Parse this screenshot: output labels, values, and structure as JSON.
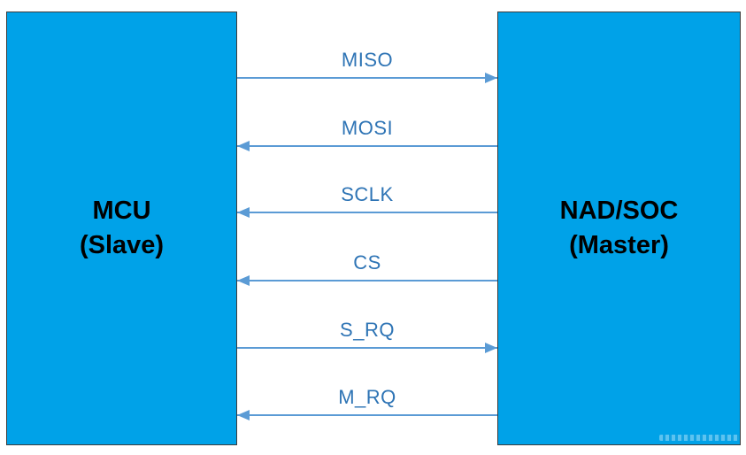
{
  "diagram": {
    "nodes": {
      "slave": {
        "line1": "MCU",
        "line2": "(Slave)"
      },
      "master": {
        "line1": "NAD/SOC",
        "line2": "(Master)"
      }
    },
    "signals": [
      {
        "label": "MISO",
        "direction": "slave-to-master"
      },
      {
        "label": "MOSI",
        "direction": "master-to-slave"
      },
      {
        "label": "SCLK",
        "direction": "master-to-slave"
      },
      {
        "label": "CS",
        "direction": "master-to-slave"
      },
      {
        "label": "S_RQ",
        "direction": "slave-to-master"
      },
      {
        "label": "M_RQ",
        "direction": "master-to-slave"
      }
    ],
    "colors": {
      "node_fill": "#00A2E8",
      "node_border": "#3C3C3C",
      "arrow_line": "#5B9BD5",
      "signal_label": "#2E74B5",
      "node_text": "#000000",
      "background": "#FFFFFF"
    }
  }
}
